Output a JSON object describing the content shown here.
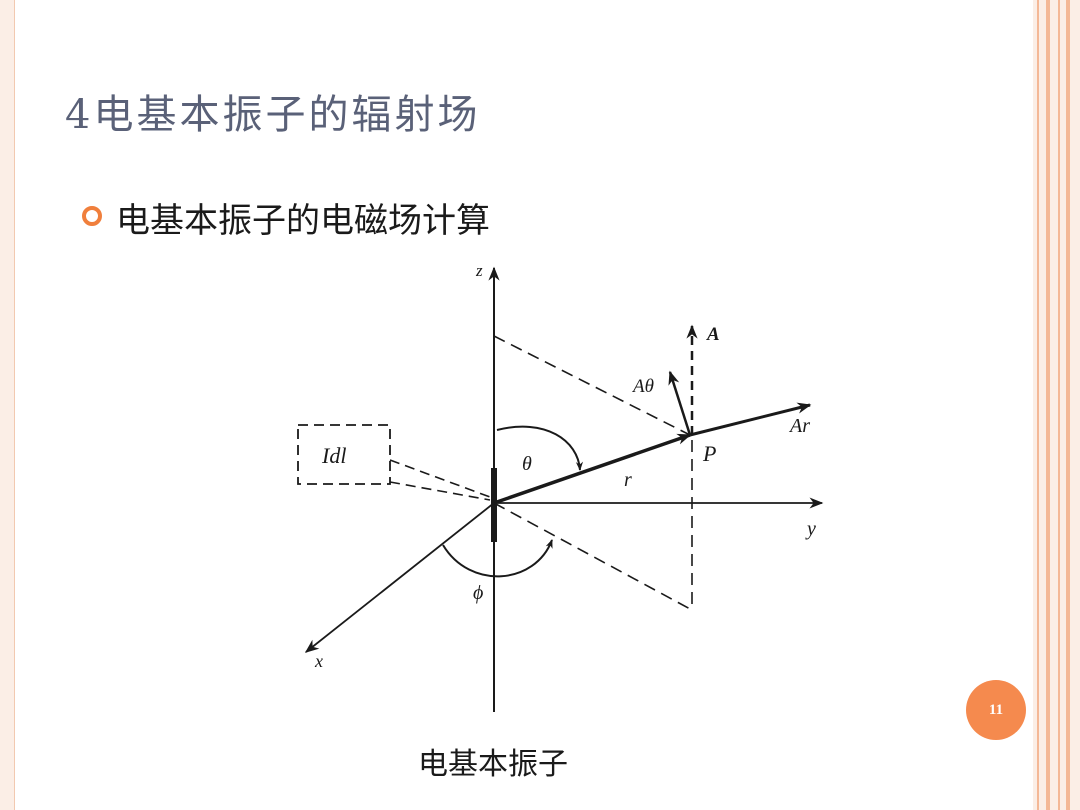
{
  "slide": {
    "title": "4电基本振子的辐射场",
    "bullet": "电基本振子的电磁场计算",
    "caption": "电基本振子",
    "page_number": "11"
  },
  "figure": {
    "labels": {
      "z": "z",
      "y": "y",
      "x": "x",
      "A": "A",
      "A_theta": "Aθ",
      "A_r": "Ar",
      "P": "P",
      "Idl": "Idl",
      "theta": "θ",
      "r": "r",
      "phi": "ϕ"
    }
  },
  "colors": {
    "accent": "#f58a4e",
    "title": "#5a6178",
    "band": "#f4b896"
  }
}
